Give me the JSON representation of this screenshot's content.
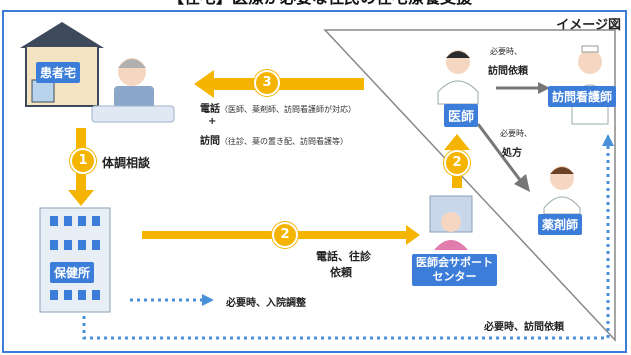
{
  "header": {
    "title": "【在宅】医療が必要な住民の在宅療養支援",
    "image_note": "イメージ図"
  },
  "nodes": {
    "patient_home": "患者宅",
    "health_center": "保健所",
    "doctor": "医師",
    "visiting_nurse": "訪問看護師",
    "pharmacist": "薬剤師",
    "support_center": "医師会サポート\nセンター"
  },
  "steps": {
    "step1_num": "1",
    "step1_label": "体調相談",
    "step2a_num": "2",
    "step2a_label_line1": "電話、往診",
    "step2a_label_line2": "依頼",
    "step2b_num": "2",
    "step3_num": "3",
    "step3_phone": "電話",
    "step3_phone_detail": "（医師、薬剤師、訪問看護師が対応）",
    "step3_plus": "+",
    "step3_visit": "訪問",
    "step3_visit_detail": "（往診、薬の置き配、訪問看護等）"
  },
  "notes": {
    "nurse_req_line1": "必要時、",
    "nurse_req_line2": "訪問依頼",
    "pharm_line1": "必要時、",
    "pharm_line2": "処方",
    "hospital": "必要時、入院調整",
    "bottom_req": "必要時、訪問依頼"
  },
  "colors": {
    "accent": "#3c7dd9",
    "arrow": "#f4b400",
    "dotted": "#4a90d9"
  }
}
